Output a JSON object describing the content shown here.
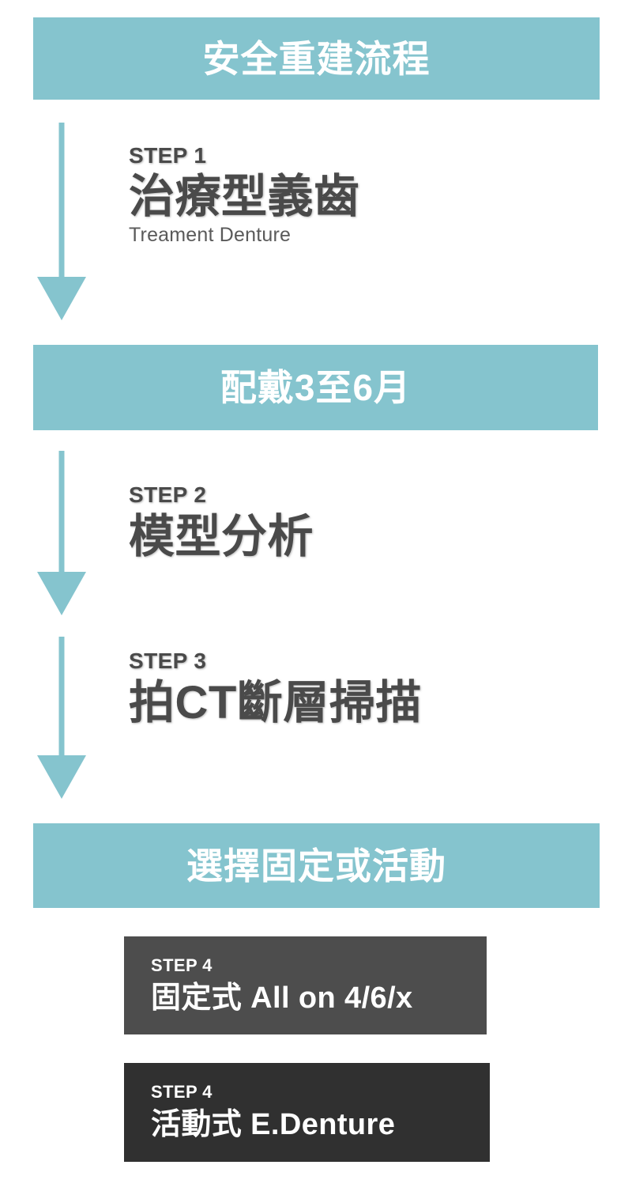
{
  "flow": {
    "title": "安全重建流程",
    "bands": [
      {
        "id": "band-1",
        "label": "安全重建流程"
      },
      {
        "id": "band-2",
        "label": "配戴3至6月"
      },
      {
        "id": "band-3",
        "label": "選擇固定或活動"
      }
    ],
    "steps": [
      {
        "tag": "STEP 1",
        "title": "治療型義齒",
        "subtitle": "Treament Denture"
      },
      {
        "tag": "STEP 2",
        "title": "模型分析",
        "subtitle": ""
      },
      {
        "tag": "STEP 3",
        "title": "拍CT斷層掃描",
        "subtitle": ""
      }
    ],
    "options": [
      {
        "tag": "STEP 4",
        "title": "固定式 All on 4/6/x",
        "background": "#4d4d4d"
      },
      {
        "tag": "STEP 4",
        "title": "活動式 E.Denture",
        "background": "#303030"
      }
    ],
    "colors": {
      "teal": "#85c4ce",
      "band_text": "#ffffff",
      "step_text": "#4a4a4a",
      "card_dark_1": "#4d4d4d",
      "card_dark_2": "#303030",
      "background": "#ffffff"
    }
  }
}
